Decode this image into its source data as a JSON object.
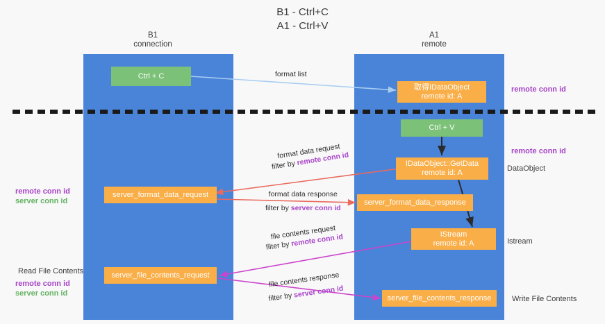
{
  "title": {
    "line1": "B1 - Ctrl+C",
    "line2": "A1 - Ctrl+V"
  },
  "lanes": [
    {
      "id": "b1",
      "name": "B1",
      "role": "connection"
    },
    {
      "id": "a1",
      "name": "A1",
      "role": "remote"
    }
  ],
  "nodes": {
    "ctrl_c": {
      "label": "Ctrl + C",
      "sub": ""
    },
    "get_dataobject": {
      "label": "取得IDataObject",
      "sub": "remote id: A"
    },
    "ctrl_v": {
      "label": "Ctrl + V",
      "sub": ""
    },
    "getdata": {
      "label": "IDataObject::GetData",
      "sub": "remote id: A"
    },
    "fmt_request": {
      "label": "server_format_data_request",
      "sub": ""
    },
    "fmt_response": {
      "label": "server_format_data_response",
      "sub": ""
    },
    "istream": {
      "label": "IStream",
      "sub": "remote id: A"
    },
    "file_request": {
      "label": "server_file_contents_request",
      "sub": ""
    },
    "file_response": {
      "label": "server_file_contents_response",
      "sub": ""
    }
  },
  "arrow_labels": {
    "format_list": "format list",
    "fmt_req_l1": "format data request",
    "fmt_req_l2_prefix": "filter by ",
    "fmt_req_l2_key": "remote conn id",
    "fmt_res_l1": "format data response",
    "fmt_res_l2_prefix": "filter by ",
    "fmt_res_l2_key": "server conn id",
    "file_req_l1": "file contents request",
    "file_req_l2_prefix": "filter by ",
    "file_req_l2_key": "remote conn id",
    "file_res_l1": "file contents response",
    "file_res_l2_prefix": "filter by ",
    "file_res_l2_key": "server conn id"
  },
  "side_labels": {
    "right_top_remote_conn": "remote conn id",
    "right_mid_remote_conn": "remote conn id",
    "right_dataobject": "DataObject",
    "right_istream": "Istream",
    "right_write_file": "Write File Contents",
    "left_remote_conn": "remote conn id",
    "left_server_conn": "server conn id",
    "left_read_file": "Read File Contents",
    "left_remote_conn2": "remote conn id",
    "left_server_conn2": "server conn id"
  },
  "colors": {
    "lane": "#4a84d8",
    "green_node": "#7cc178",
    "orange_node": "#f9ae48",
    "purple": "#a844c8",
    "green_text": "#65b463",
    "red_arrow": "#ea6a5e",
    "magenta_arrow": "#cc44cc",
    "light_blue_arrow": "#a8cdf0",
    "divider": "#1a1a1a",
    "background": "#f8f8f9"
  }
}
